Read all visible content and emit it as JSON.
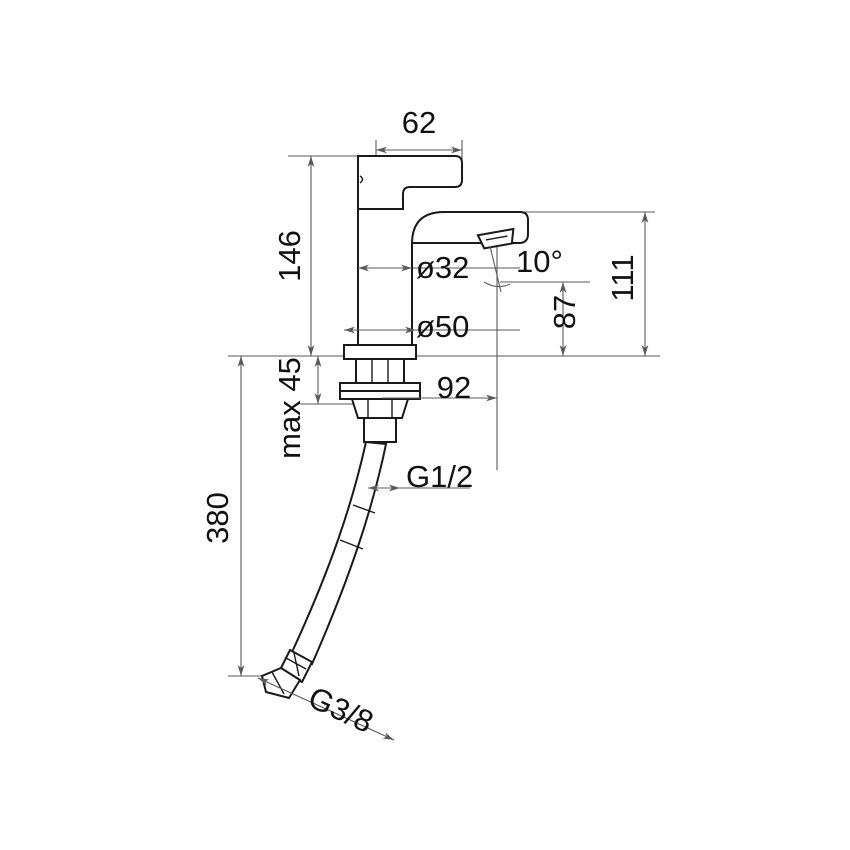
{
  "drawing": {
    "title": "Single-lever basin mixer tap – dimensioned technical drawing",
    "units": "mm",
    "background_color": "#ffffff",
    "line_color": "#1a1a1a",
    "dimension_color": "#5a5a5a",
    "text_color": "#111111"
  },
  "dimensions": {
    "handle_width": "62",
    "body_height": "146",
    "shank_diameter": "ø32",
    "base_diameter": "ø50",
    "spout_outlet_height": "87",
    "total_height_right": "111",
    "aerator_angle": "10°",
    "spout_reach": "92",
    "max_deck_thickness": "max 45",
    "hose_length": "380",
    "hose_inlet_thread": "G1/2",
    "hose_outlet_thread": "G3/8"
  },
  "labels": [
    {
      "id": "dim-62",
      "text": "62",
      "meaning": "handle-width-mm"
    },
    {
      "id": "dim-146",
      "text": "146",
      "meaning": "body-height-mm"
    },
    {
      "id": "dim-d32",
      "text": "ø32",
      "meaning": "shank-diameter-mm"
    },
    {
      "id": "dim-d50",
      "text": "ø50",
      "meaning": "base-diameter-mm"
    },
    {
      "id": "dim-10deg",
      "text": "10°",
      "meaning": "aerator-tilt-angle"
    },
    {
      "id": "dim-87",
      "text": "87",
      "meaning": "spout-outlet-height-mm"
    },
    {
      "id": "dim-111",
      "text": "111",
      "meaning": "overall-spout-height-mm"
    },
    {
      "id": "dim-92",
      "text": "92",
      "meaning": "spout-reach-mm"
    },
    {
      "id": "dim-max45",
      "text": "max 45",
      "meaning": "max-worktop-thickness-mm"
    },
    {
      "id": "dim-380",
      "text": "380",
      "meaning": "flexible-hose-length-mm"
    },
    {
      "id": "dim-g12",
      "text": "G1/2",
      "meaning": "inlet-thread-size"
    },
    {
      "id": "dim-g38",
      "text": "G3/8",
      "meaning": "outlet-thread-size"
    }
  ]
}
